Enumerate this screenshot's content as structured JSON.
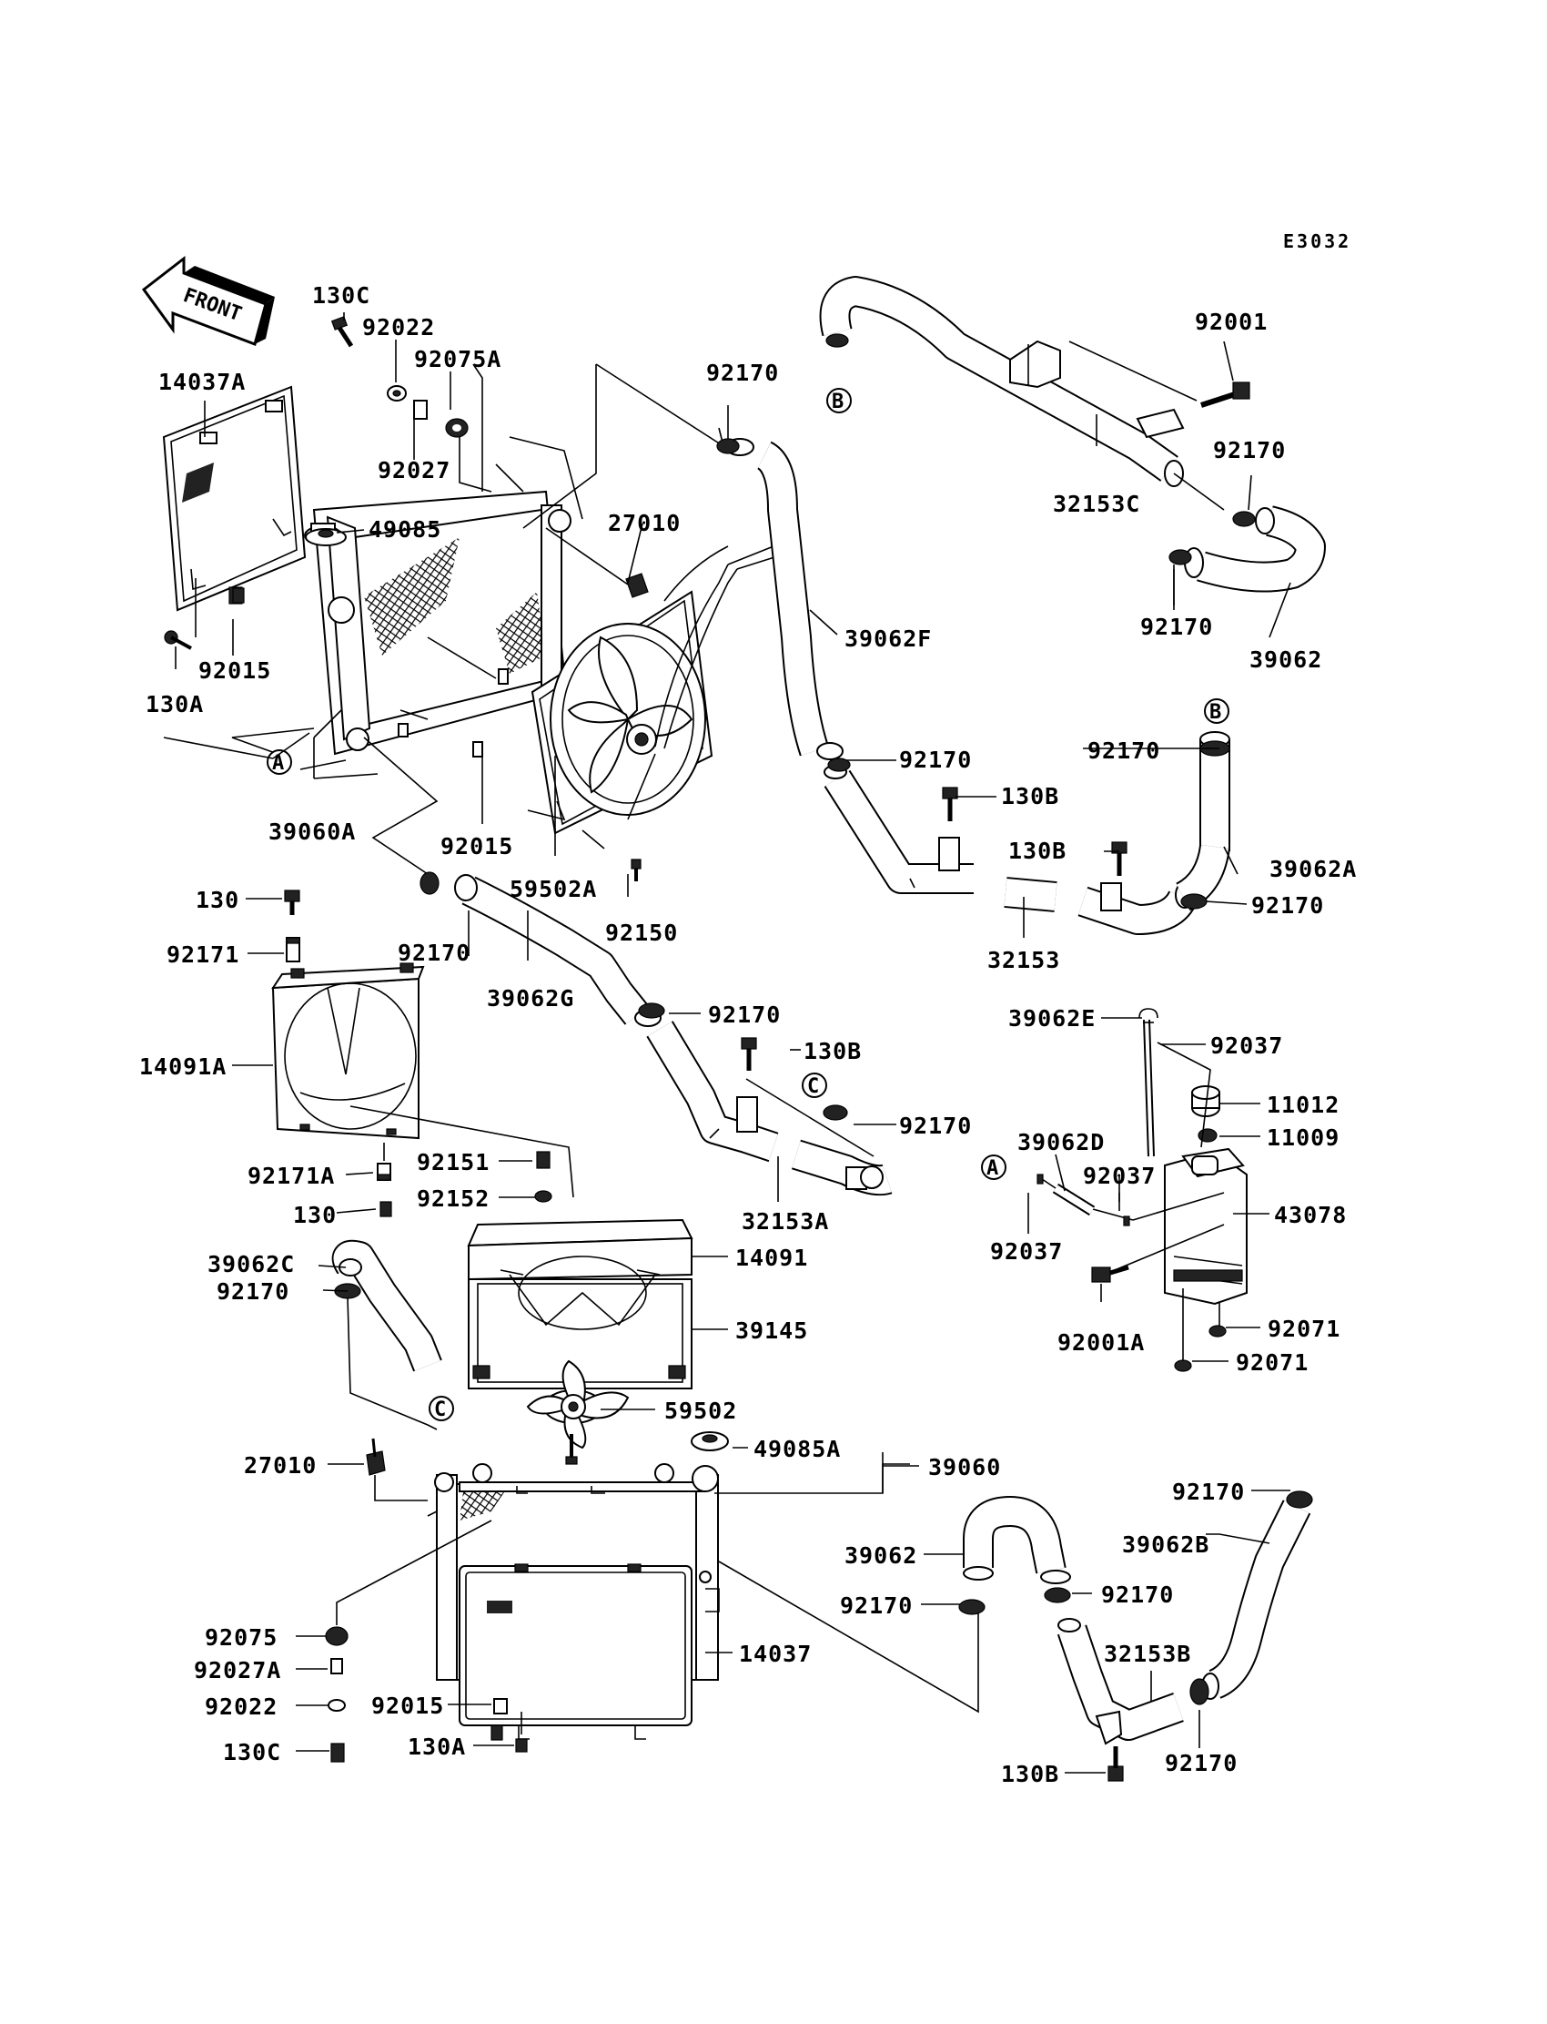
{
  "diagram_code": "E3032",
  "front_label": "FRONT",
  "markers": [
    "A",
    "B",
    "C"
  ],
  "labels": [
    "130C",
    "92022",
    "92075A",
    "14037A",
    "92027",
    "49085",
    "27010",
    "92015",
    "130A",
    "39060A",
    "92015",
    "59502A",
    "92150",
    "92170",
    "92170",
    "39062F",
    "92170",
    "130B",
    "130B",
    "32153",
    "92001",
    "92170",
    "32153C",
    "92170",
    "39062",
    "92170",
    "39062A",
    "92170",
    "130",
    "92171",
    "14091A",
    "92171A",
    "130",
    "92151",
    "92152",
    "39062G",
    "92170",
    "130B",
    "92170",
    "32153A",
    "39062E",
    "92037",
    "11012",
    "11009",
    "39062D",
    "92037",
    "43078",
    "92037",
    "92001A",
    "92071",
    "92071",
    "39062C",
    "92170",
    "14091",
    "39145",
    "59502",
    "49085A",
    "39060",
    "27010",
    "92075",
    "92027A",
    "92022",
    "130C",
    "92015",
    "130A",
    "14037",
    "39062",
    "92170",
    "92170",
    "92170",
    "39062B",
    "32153B",
    "92170",
    "130B"
  ]
}
